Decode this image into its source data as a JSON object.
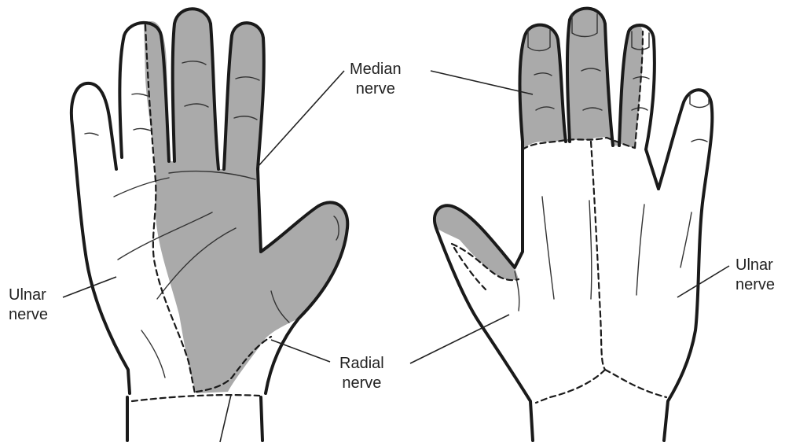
{
  "labels": {
    "median": "Median\nnerve",
    "ulnar_left": "Ulnar\nnerve",
    "radial": "Radial\nnerve",
    "ulnar_right": "Ulnar\nnerve"
  },
  "colors": {
    "median_region": "#aaaaaa",
    "outline": "#1a1a1a"
  }
}
